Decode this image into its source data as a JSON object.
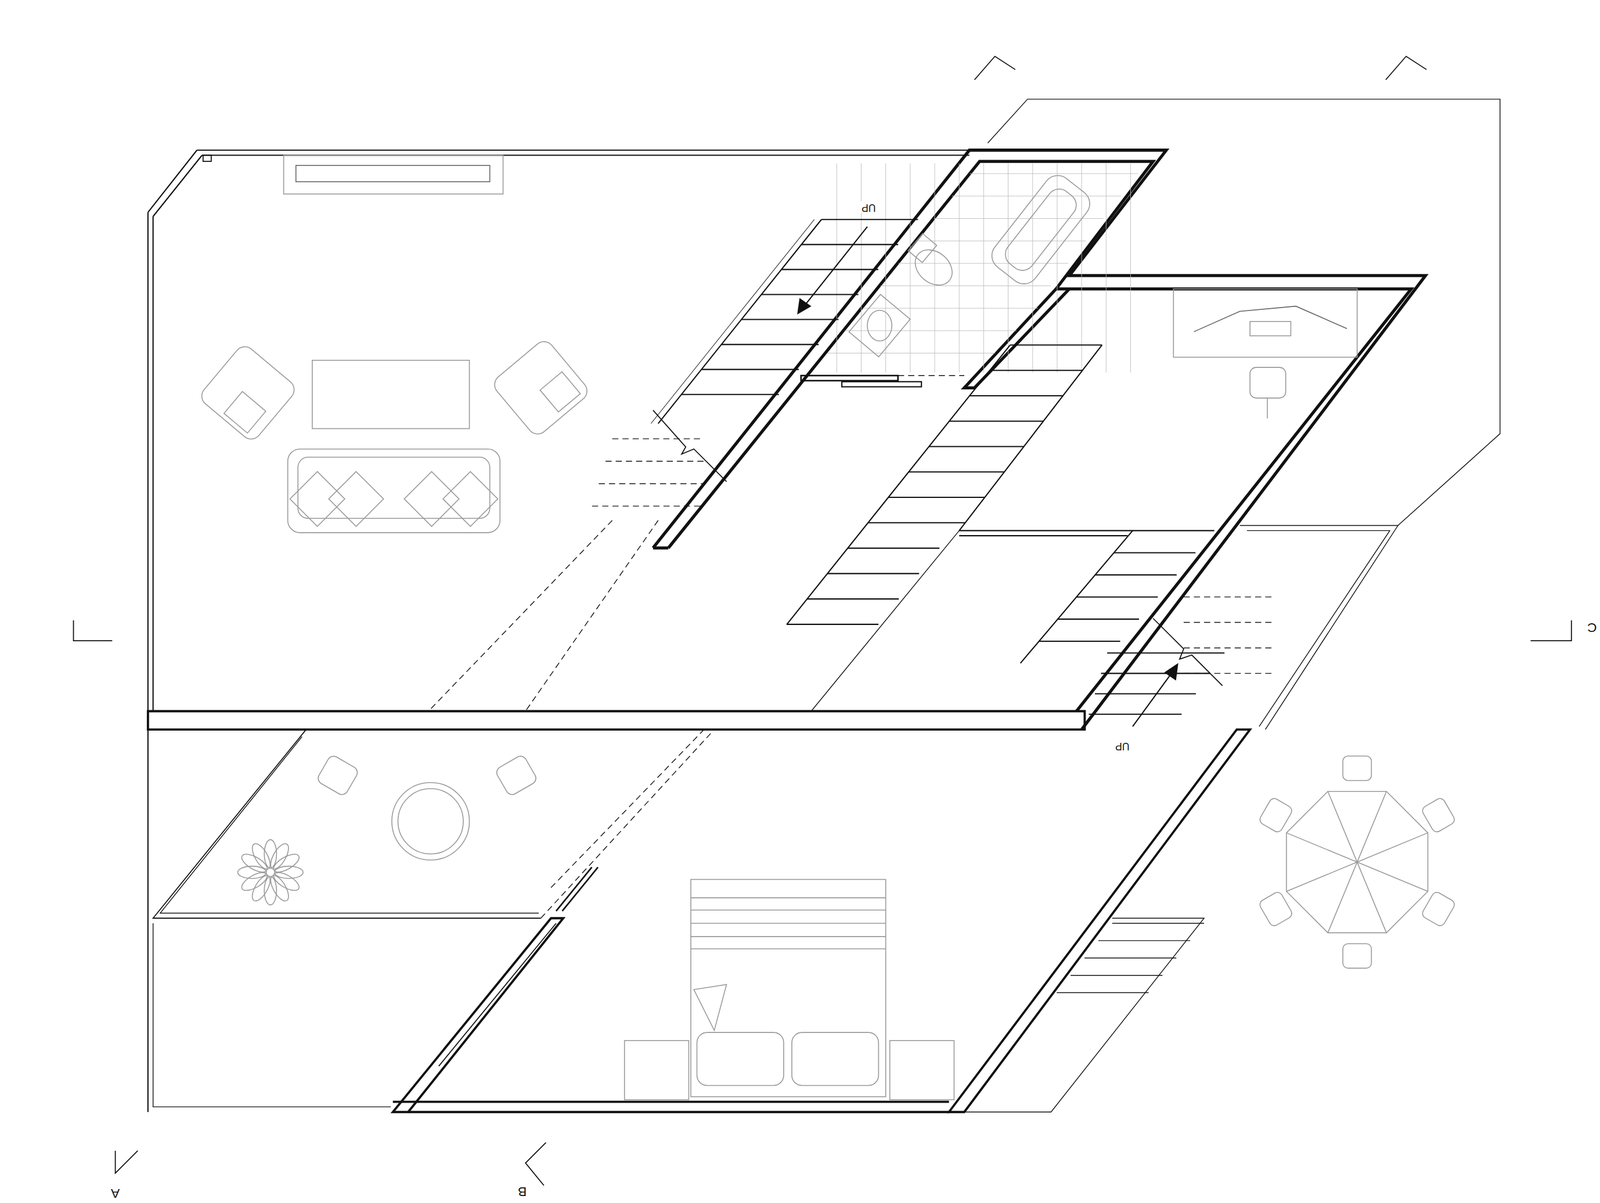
{
  "diagram": {
    "labels": [
      "UP",
      "UP",
      "A",
      "B",
      "C"
    ]
  }
}
